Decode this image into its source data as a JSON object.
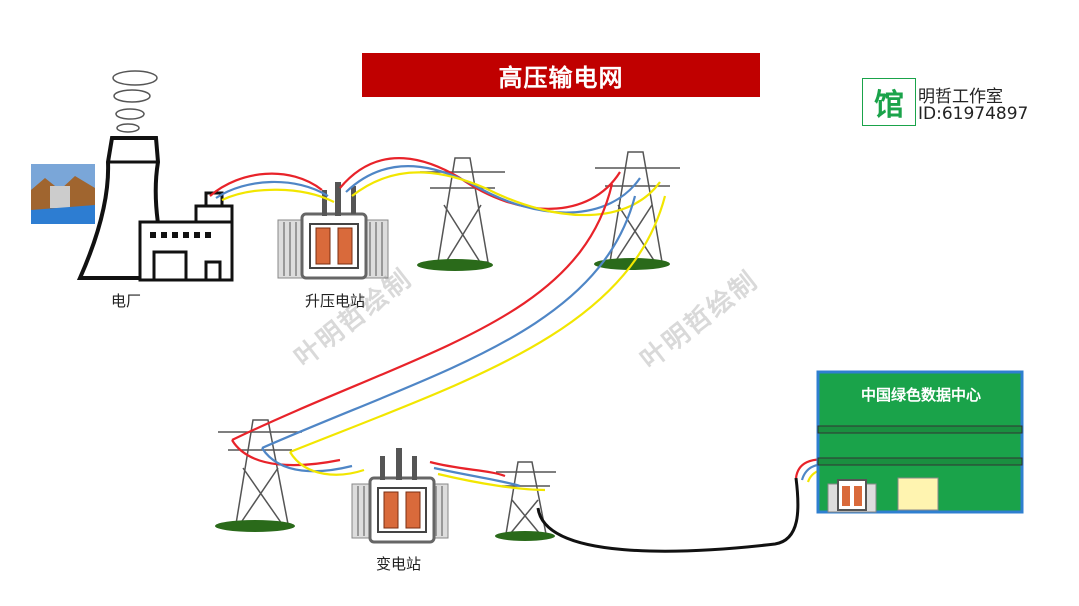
{
  "title": "高压输电网",
  "brand": {
    "icon_char": "馆",
    "name": "明哲工作室",
    "id": "ID:61974897"
  },
  "labels": {
    "power_plant": "电厂",
    "step_up_station": "升压电站",
    "substation": "变电站"
  },
  "watermark": "叶明哲绘制",
  "data_center": {
    "title": "中国绿色数据中心"
  },
  "colors": {
    "title_bg": "#c00000",
    "data_center": "#1aa34a",
    "data_center_border": "#2f7fd0",
    "wire_red": "#e8232a",
    "wire_blue": "#4f86c6",
    "wire_yellow": "#f2e600",
    "cable": "#111111"
  }
}
